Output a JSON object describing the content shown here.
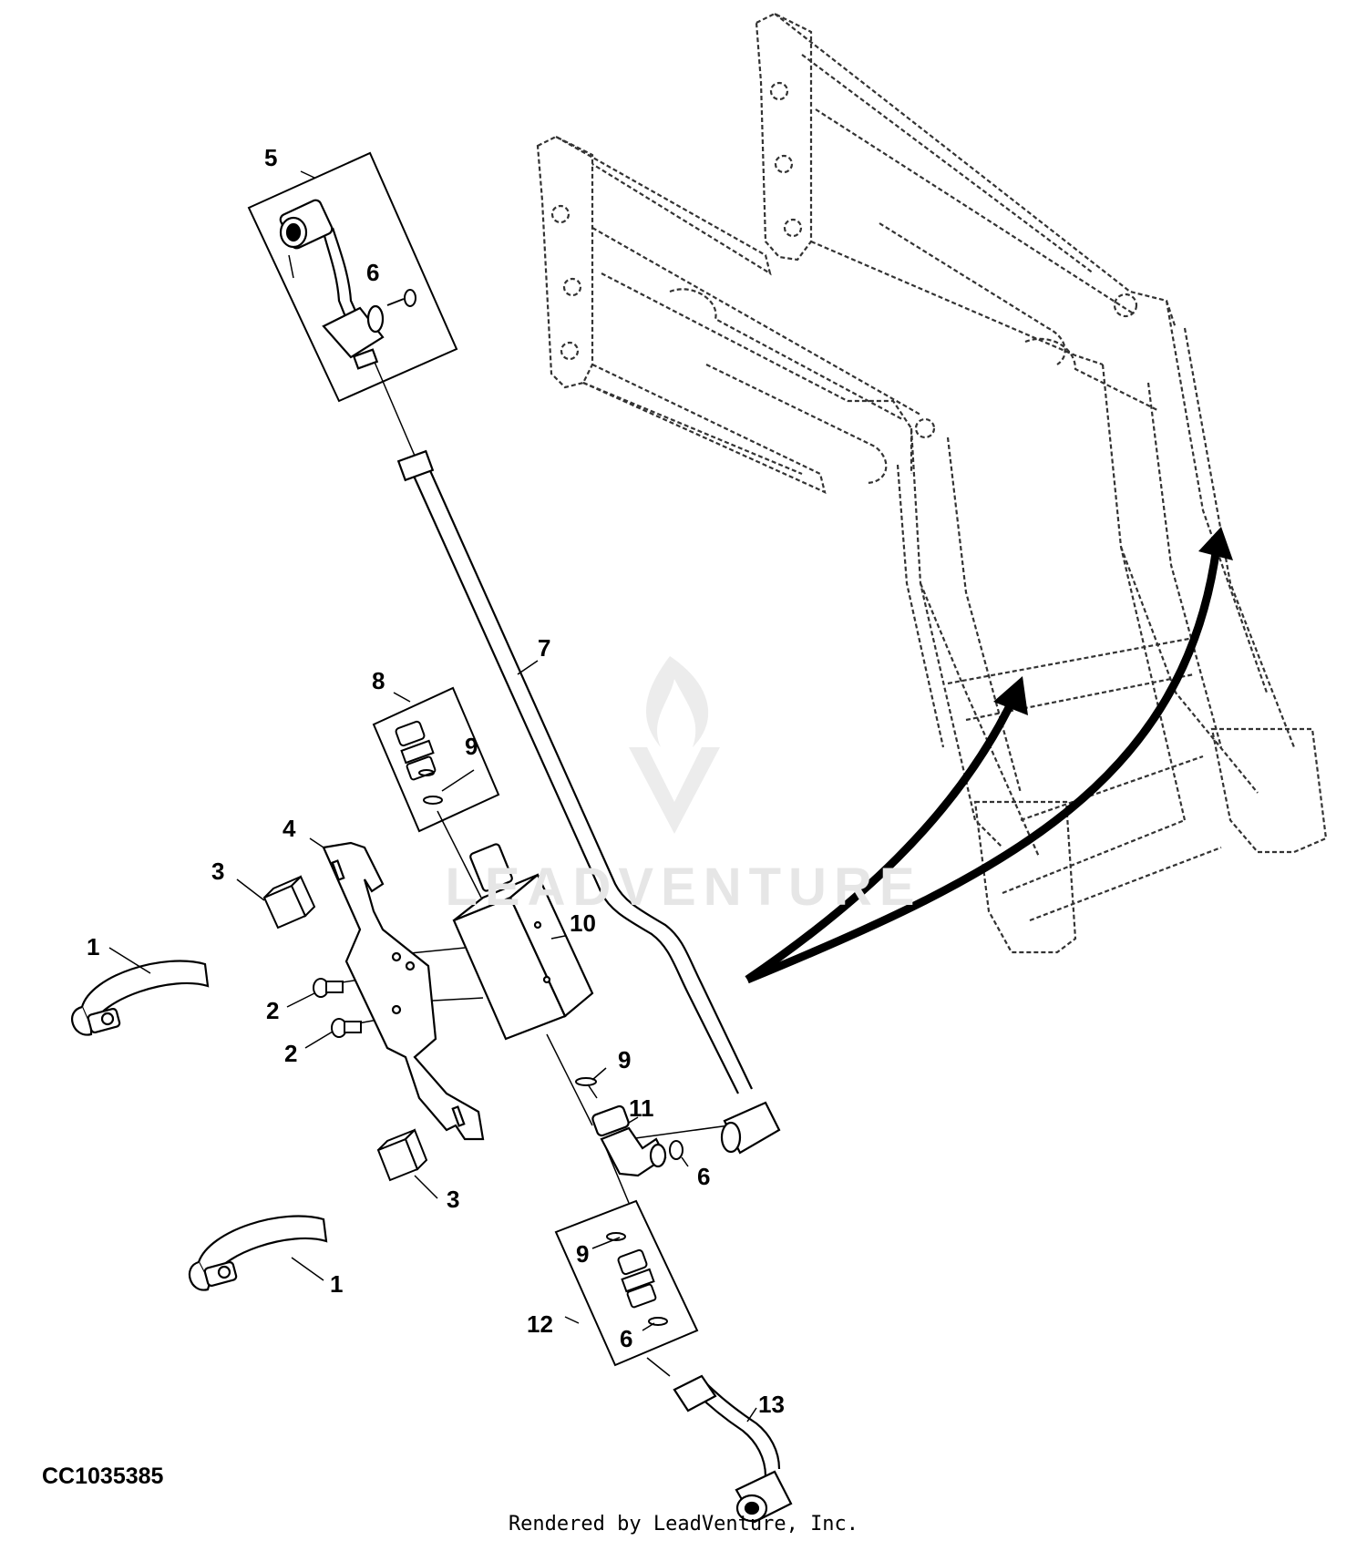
{
  "diagram": {
    "id_code": "CC1035385",
    "rendered_by": "Rendered by LeadVenture, Inc.",
    "watermark": "LEADVENTURE",
    "callouts": [
      {
        "key": "c5",
        "label": "5"
      },
      {
        "key": "c6a",
        "label": "6"
      },
      {
        "key": "c7",
        "label": "7"
      },
      {
        "key": "c8",
        "label": "8"
      },
      {
        "key": "c9a",
        "label": "9"
      },
      {
        "key": "c4",
        "label": "4"
      },
      {
        "key": "c3a",
        "label": "3"
      },
      {
        "key": "c10",
        "label": "10"
      },
      {
        "key": "c1a",
        "label": "1"
      },
      {
        "key": "c2a",
        "label": "2"
      },
      {
        "key": "c2b",
        "label": "2"
      },
      {
        "key": "c9b",
        "label": "9"
      },
      {
        "key": "c11",
        "label": "11"
      },
      {
        "key": "c6b",
        "label": "6"
      },
      {
        "key": "c3b",
        "label": "3"
      },
      {
        "key": "c9c",
        "label": "9"
      },
      {
        "key": "c1b",
        "label": "1"
      },
      {
        "key": "c12",
        "label": "12"
      },
      {
        "key": "c6c",
        "label": "6"
      },
      {
        "key": "c13",
        "label": "13"
      }
    ]
  }
}
